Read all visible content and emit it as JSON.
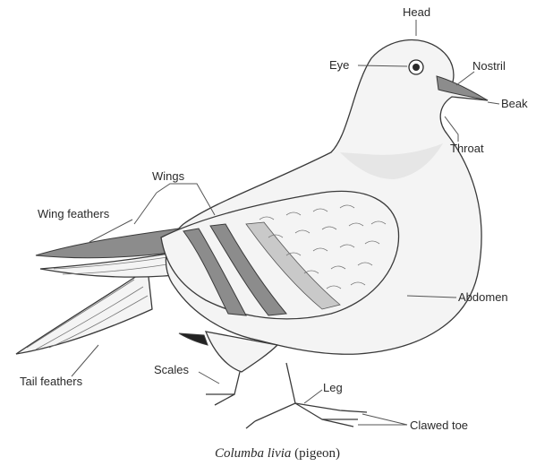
{
  "labels": {
    "head": "Head",
    "eye": "Eye",
    "nostril": "Nostril",
    "beak": "Beak",
    "throat": "Throat",
    "wings": "Wings",
    "wing_feathers": "Wing feathers",
    "abdomen": "Abdomen",
    "tail_feathers": "Tail feathers",
    "scales": "Scales",
    "leg": "Leg",
    "clawed_toe": "Clawed toe"
  },
  "caption": {
    "species": "Columba livia",
    "common": " (pigeon)"
  }
}
